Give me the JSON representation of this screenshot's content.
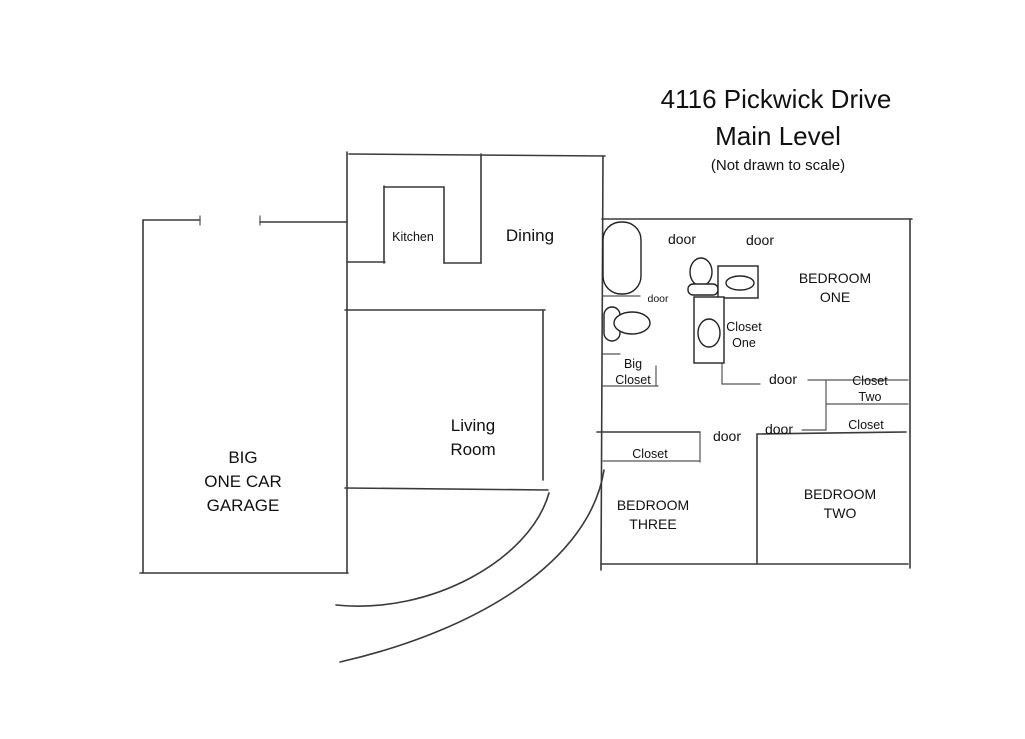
{
  "title": {
    "line1": "4116 Pickwick Drive",
    "line2": "Main Level",
    "note": "(Not drawn to scale)"
  },
  "rooms": {
    "kitchen": "Kitchen",
    "dining": "Dining",
    "living_line1": "Living",
    "living_line2": "Room",
    "garage_line1": "BIG",
    "garage_line2": "ONE CAR",
    "garage_line3": "GARAGE",
    "bedroom_one_line1": "BEDROOM",
    "bedroom_one_line2": "ONE",
    "bedroom_two_line1": "BEDROOM",
    "bedroom_two_line2": "TWO",
    "bedroom_three_line1": "BEDROOM",
    "bedroom_three_line2": "THREE",
    "closet_one_line1": "Closet",
    "closet_one_line2": "One",
    "closet_two_line1": "Closet",
    "closet_two_line2": "Two",
    "big_closet_line1": "Big",
    "big_closet_line2": "Closet",
    "closet_hall": "Closet",
    "closet_bedroom_three": "Closet"
  },
  "doors": {
    "bath1": "door",
    "bath2": "door",
    "bath_small": "door",
    "hall_bedroom_one": "door",
    "hall_bedroom_three": "door",
    "hall_bedroom_two": "door"
  },
  "colors": {
    "line": "#3a3a3a",
    "background": "#ffffff"
  }
}
